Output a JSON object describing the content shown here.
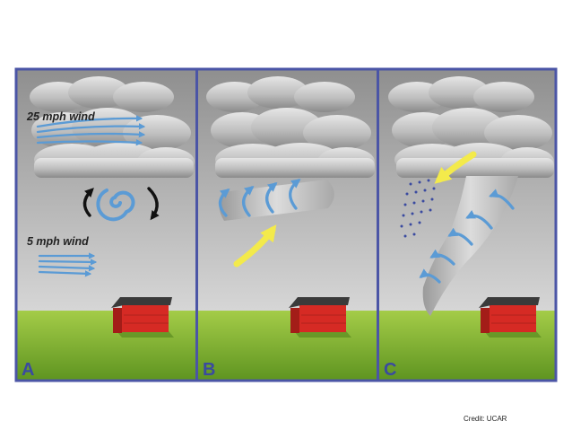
{
  "panels": [
    {
      "letter": "A",
      "wind_top_label": "25 mph wind",
      "wind_bottom_label": "5 mph wind"
    },
    {
      "letter": "B"
    },
    {
      "letter": "C"
    }
  ],
  "credit": "Credit: UCAR",
  "colors": {
    "border": "#4b55a6",
    "sky_top": "#8f8f8f",
    "sky_bottom": "#d6d6d6",
    "ground_top": "#a4cc48",
    "ground_bottom": "#5e9420",
    "wind_arrow": "#5b9bd5",
    "inflow_arrow": "#f3ea4b",
    "house_red": "#d62a24",
    "roof": "#3a3a3a",
    "cloud": "#c4c4c4"
  }
}
